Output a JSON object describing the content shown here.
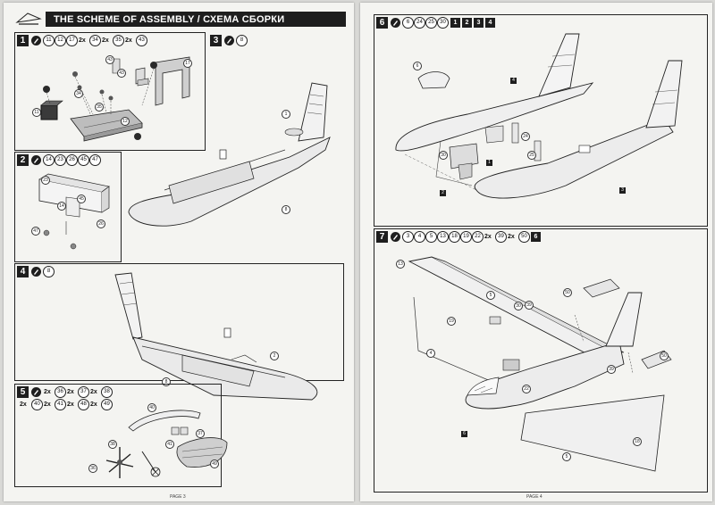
{
  "header": {
    "title": "THE SCHEME OF ASSEMBLY / СХЕМА СБОРКИ"
  },
  "pages": {
    "left_label": "PAGE 3",
    "right_label": "PAGE 4"
  },
  "steps": {
    "s1": {
      "num": "1",
      "parts": [
        "11",
        "12",
        "17"
      ],
      "qty": [
        [
          "2x",
          "34"
        ],
        [
          "2x",
          "35"
        ],
        [
          "2x",
          "43"
        ]
      ]
    },
    "s2": {
      "num": "2",
      "parts": [
        "14",
        "23",
        "26",
        "45",
        "47"
      ]
    },
    "s3": {
      "num": "3",
      "parts": [
        "8"
      ]
    },
    "s4": {
      "num": "4",
      "parts": [
        "8"
      ]
    },
    "s5": {
      "num": "5",
      "row1": [
        [
          "2x",
          "36"
        ],
        [
          "2x",
          "37"
        ],
        [
          "2x",
          "38"
        ]
      ],
      "row2": [
        [
          "2x",
          "40"
        ],
        [
          "2x",
          "41"
        ],
        [
          "2x",
          "48"
        ],
        [
          "2x",
          "49"
        ]
      ]
    },
    "s6": {
      "num": "6",
      "parts": [
        "6",
        "24",
        "25",
        "30"
      ],
      "blocks": [
        "1",
        "2",
        "3",
        "4"
      ]
    },
    "s7": {
      "num": "7",
      "parts": [
        "3",
        "4",
        "5",
        "13",
        "18",
        "19",
        "22"
      ],
      "qty": [
        [
          "2x",
          "39"
        ],
        [
          "2x",
          "50"
        ]
      ],
      "block": "6"
    }
  },
  "callouts": {
    "s1": [
      "11",
      "12",
      "17",
      "34",
      "35",
      "43",
      "43"
    ],
    "s2": [
      "23",
      "26",
      "14",
      "45",
      "47"
    ],
    "s3": [
      "1",
      "8"
    ],
    "s4": [
      "2",
      "8"
    ],
    "s5": [
      "40",
      "37",
      "38",
      "41",
      "36",
      "49"
    ],
    "s6": [
      "6",
      "30",
      "25",
      "24",
      "4",
      "1",
      "2",
      "3"
    ],
    "s7": [
      "13",
      "5",
      "19",
      "4",
      "30",
      "39",
      "50",
      "22",
      "39",
      "50",
      "6",
      "18",
      "5"
    ]
  }
}
